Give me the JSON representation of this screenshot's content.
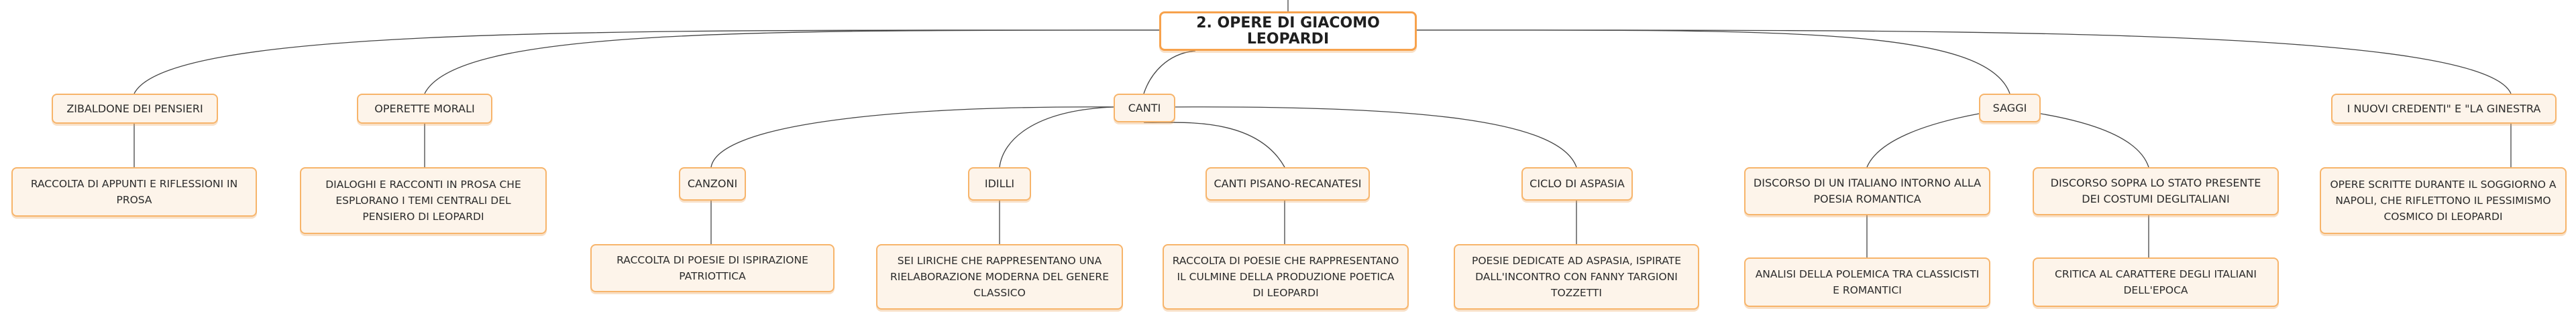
{
  "root": {
    "label": "2. OPERE DI GIACOMO LEOPARDI"
  },
  "branches": {
    "zibaldone": {
      "label": "ZIBALDONE DEI PENSIERI",
      "detail": "RACCOLTA DI APPUNTI E RIFLESSIONI IN PROSA"
    },
    "operette": {
      "label": "OPERETTE MORALI",
      "detail": "DIALOGHI E RACCONTI IN PROSA CHE ESPLORANO I TEMI CENTRALI DEL PENSIERO DI LEOPARDI"
    },
    "canti": {
      "label": "CANTI",
      "children": {
        "canzoni": {
          "label": "CANZONI",
          "detail": "RACCOLTA DI POESIE DI ISPIRAZIONE PATRIOTTICA"
        },
        "idilli": {
          "label": "IDILLI",
          "detail": "SEI LIRICHE CHE RAPPRESENTANO UNA RIELABORAZIONE MODERNA DEL GENERE CLASSICO"
        },
        "pisano": {
          "label": "CANTI PISANO-RECANATESI",
          "detail": "RACCOLTA DI POESIE CHE RAPPRESENTANO IL CULMINE DELLA PRODUZIONE POETICA DI LEOPARDI"
        },
        "aspasia": {
          "label": "CICLO DI ASPASIA",
          "detail": "POESIE DEDICATE AD ASPASIA, ISPIRATE DALL'INCONTRO CON FANNY TARGIONI TOZZETTI"
        }
      }
    },
    "saggi": {
      "label": "SAGGI",
      "children": {
        "discorso_poesia": {
          "label": "DISCORSO DI UN ITALIANO INTORNO ALLA POESIA ROMANTICA",
          "detail": "ANALISI DELLA POLEMICA TRA CLASSICISTI E ROMANTICI"
        },
        "discorso_costumi": {
          "label": "DISCORSO SOPRA LO STATO PRESENTE DEI COSTUMI DEGLITALIANI",
          "detail": "CRITICA AL CARATTERE DEGLI ITALIANI DELL'EPOCA"
        }
      }
    },
    "nuovi_credenti": {
      "label": "I NUOVI CREDENTI\" E \"LA GINESTRA",
      "detail": "OPERE SCRITTE DURANTE IL SOGGIORNO A NAPOLI, CHE RIFLETTONO IL PESSIMISMO COSMICO DI LEOPARDI"
    }
  },
  "colors": {
    "node_fill": "#fdf4ea",
    "node_border": "#f7b46a",
    "root_border": "#f7a24c",
    "connector": "#444444"
  }
}
